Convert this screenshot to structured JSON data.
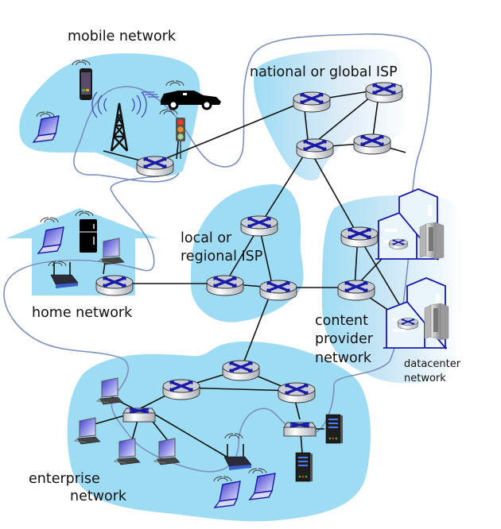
{
  "diagram": {
    "title": "Internet network of networks",
    "labels": {
      "mobile": "mobile network",
      "national": "national or global ISP",
      "local_line1": "local or",
      "local_line2": "regional ISP",
      "home": "home network",
      "content_line1": "content",
      "content_line2": "provider",
      "content_line3": "network",
      "datacenter_line1": "datacenter",
      "datacenter_line2": "network",
      "enterprise_line1": "enterprise",
      "enterprise_line2": "network"
    },
    "colors": {
      "region_fill": "#9edcf4",
      "router_cross": "#1a1aa8",
      "router_body": "#c9ced6",
      "outline": "#7c90bf",
      "building_stroke": "#1a1aa8",
      "link": "#111111"
    },
    "regions": [
      "mobile network",
      "national or global ISP",
      "local or regional ISP",
      "home network",
      "content provider network",
      "datacenter network",
      "enterprise network"
    ],
    "devices": {
      "mobile": [
        "smartphone",
        "laptop",
        "cell tower",
        "car",
        "traffic light",
        "router"
      ],
      "home": [
        "laptop",
        "refrigerator",
        "desktop",
        "wifi router",
        "router"
      ],
      "enterprise": [
        "desktop",
        "desktop",
        "desktop",
        "desktop",
        "switch",
        "switch",
        "wifi router",
        "laptop",
        "laptop",
        "server",
        "server",
        "router",
        "router",
        "router"
      ],
      "content_provider": [
        "router",
        "router",
        "router",
        "router",
        "building",
        "building",
        "server rack",
        "server rack"
      ]
    }
  }
}
